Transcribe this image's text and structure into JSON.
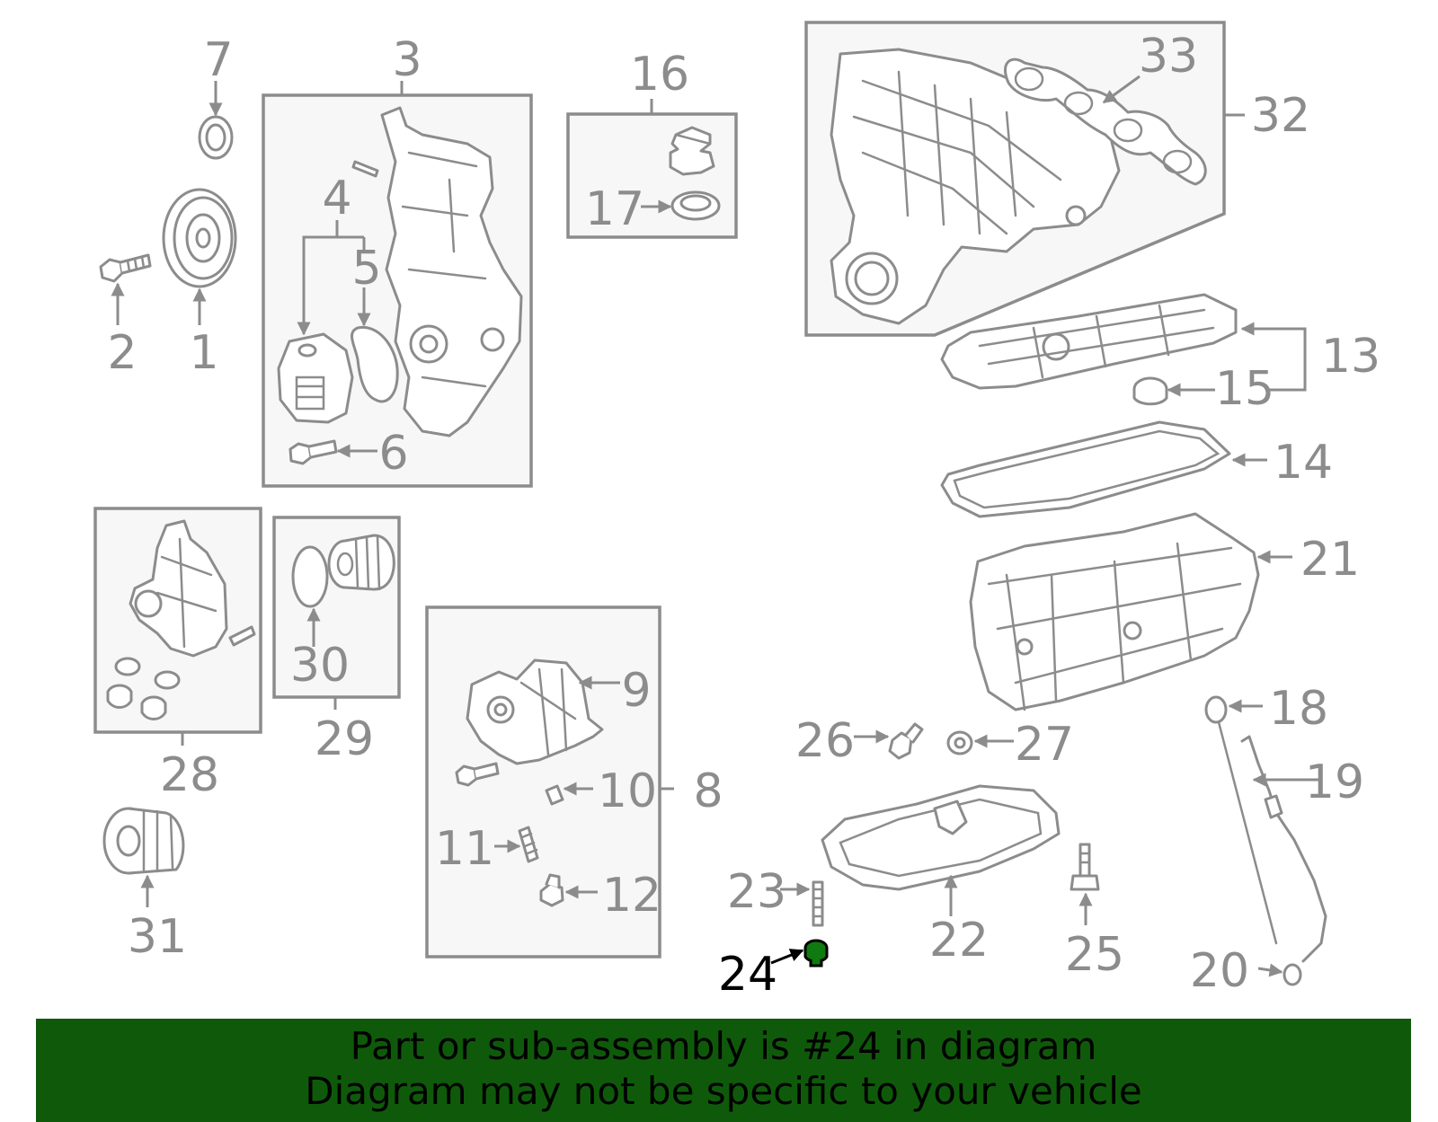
{
  "colors": {
    "line": "#8c8c8c",
    "highlight": "#000000",
    "highlight_part": "#0f7a0f",
    "banner": "#0f5a0a",
    "box_fill": "#f7f7f7"
  },
  "callouts": {
    "c1": "1",
    "c2": "2",
    "c3": "3",
    "c4": "4",
    "c5": "5",
    "c6": "6",
    "c7": "7",
    "c8": "8",
    "c9": "9",
    "c10": "10",
    "c11": "11",
    "c12": "12",
    "c13": "13",
    "c14": "14",
    "c15": "15",
    "c16": "16",
    "c17": "17",
    "c18": "18",
    "c19": "19",
    "c20": "20",
    "c21": "21",
    "c22": "22",
    "c23": "23",
    "c24": "24",
    "c25": "25",
    "c26": "26",
    "c27": "27",
    "c28": "28",
    "c29": "29",
    "c30": "30",
    "c31": "31",
    "c32": "32",
    "c33": "33"
  },
  "highlighted_part": "24",
  "banner": {
    "line1": "Part or sub-assembly is #24 in diagram",
    "line2": "Diagram may not be specific to your vehicle"
  }
}
